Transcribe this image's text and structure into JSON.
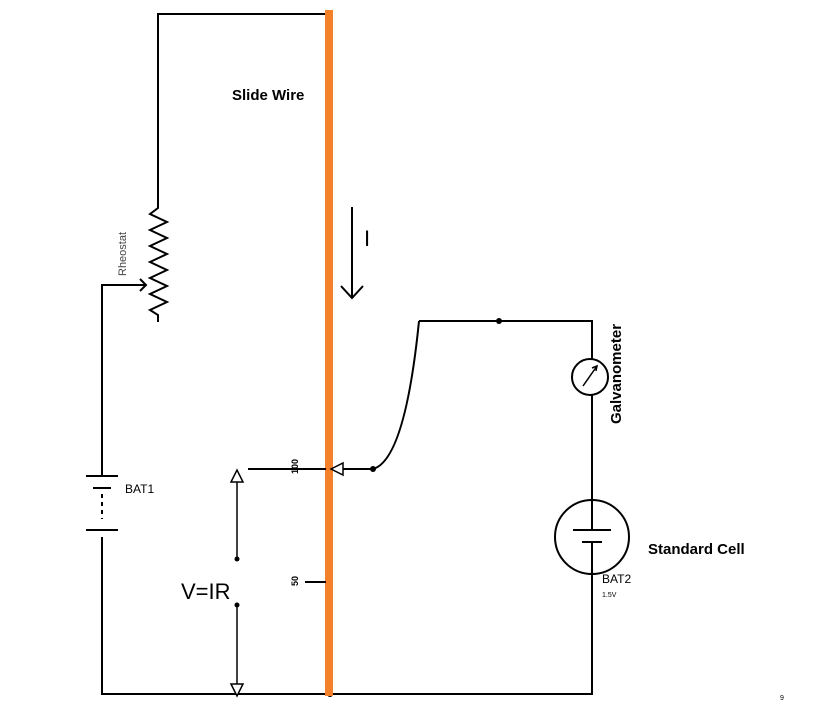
{
  "labels": {
    "slide_wire": "Slide Wire",
    "current": "I",
    "rheostat": "Rheostat",
    "galvanometer": "Galvanometer",
    "bat1": "BAT1",
    "standard_cell": "Standard Cell",
    "bat2": "BAT2",
    "bat2_voltage": "1.5V",
    "formula": "V=IR",
    "tick_100": "100",
    "tick_50": "50",
    "corner_mark": "9"
  },
  "colors": {
    "wire": "#000000",
    "slide_wire": "#f5802a"
  }
}
